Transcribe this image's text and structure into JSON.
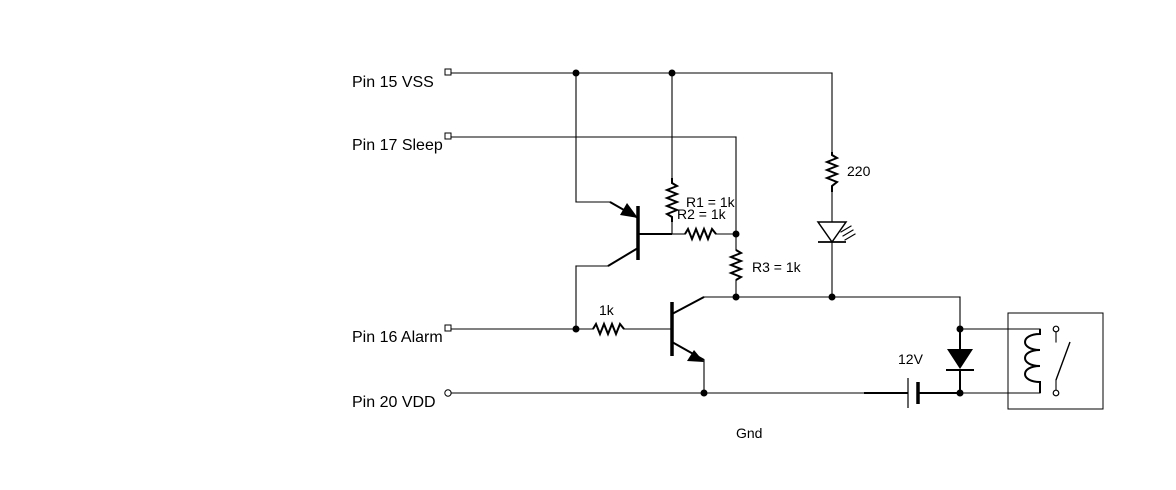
{
  "pins": {
    "vss": "Pin 15 VSS",
    "sleep": "Pin 17 Sleep",
    "alarm": "Pin 16 Alarm",
    "vdd": "Pin 20 VDD"
  },
  "components": {
    "r1": "R1 = 1k",
    "r2": "R2 = 1k",
    "r3": "R3 = 1k",
    "r_base": "1k",
    "r_led": "220",
    "battery": "12V",
    "ground": "Gnd"
  }
}
